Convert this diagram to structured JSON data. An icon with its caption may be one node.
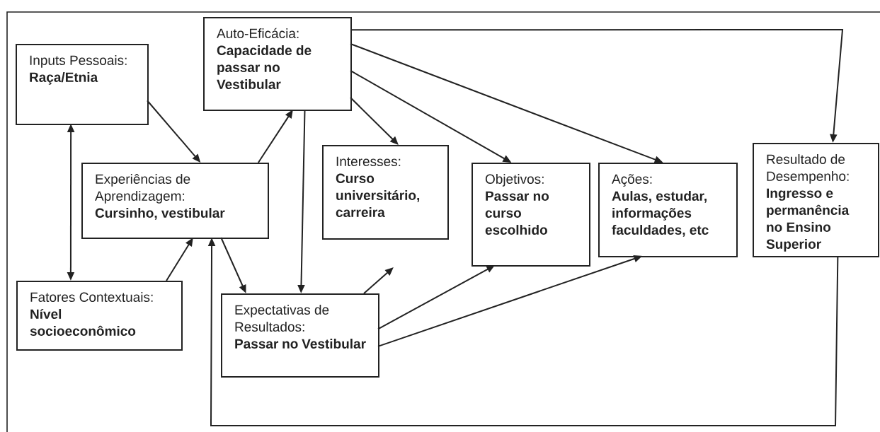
{
  "diagram": {
    "nodes": [
      {
        "text": [
          "Inputs Pessoais:",
          "Raça/Etnia"
        ]
      },
      {
        "text": [
          "Auto-Eficácia:",
          "Capacidade de passar no Vestibular"
        ]
      },
      {
        "text": [
          "Experiências de Aprendizagem:",
          "Cursinho, vestibular"
        ]
      },
      {
        "text": [
          "Interesses:",
          "Curso universitário, carreira"
        ]
      },
      {
        "text": [
          "Objetivos:",
          "Passar no curso escolhido"
        ]
      },
      {
        "text": [
          "Ações:",
          "Aulas, estudar, informações faculdades, etc"
        ]
      },
      {
        "text": [
          "Resultado de Desempenho:",
          "Ingresso e permanência no Ensino Superior"
        ]
      },
      {
        "text": [
          "Fatores Contextuais:",
          "Nível socioeconômico"
        ]
      },
      {
        "text": [
          "Expectativas de Resultados:",
          "Passar no Vestibular"
        ]
      }
    ],
    "edges": [
      {
        "from": 0,
        "to": 7,
        "arrow": "both"
      },
      {
        "from": 0,
        "to": 2,
        "arrow": "to"
      },
      {
        "from": 7,
        "to": 2,
        "arrow": "to"
      },
      {
        "from": 2,
        "to": 1,
        "arrow": "to"
      },
      {
        "from": 1,
        "to": 8,
        "arrow": "to"
      },
      {
        "from": 2,
        "to": 8,
        "arrow": "to"
      },
      {
        "from": 1,
        "to": 3,
        "arrow": "to"
      },
      {
        "from": 1,
        "to": 4,
        "arrow": "to"
      },
      {
        "from": 1,
        "to": 5,
        "arrow": "to"
      },
      {
        "from": 1,
        "to": 6,
        "arrow": "to"
      },
      {
        "from": 8,
        "to": null,
        "arrow": "to"
      },
      {
        "from": 8,
        "to": 4,
        "arrow": "to"
      },
      {
        "from": 8,
        "to": 5,
        "arrow": "to"
      },
      {
        "from": 6,
        "to": 2,
        "arrow": "to"
      }
    ]
  }
}
